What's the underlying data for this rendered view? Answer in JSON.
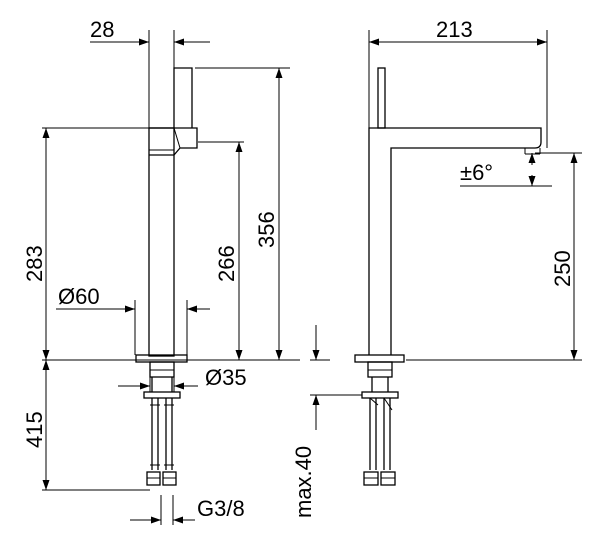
{
  "dimensions": {
    "spout_width": "28",
    "total_height": "356",
    "body_height": "283",
    "spout_height": "266",
    "base_diameter": "Ø60",
    "body_diameter": "Ø35",
    "hose_length": "415",
    "thread": "G3/8",
    "reach": "213",
    "swivel": "±6°",
    "outlet_height": "250",
    "deck_thickness": "max.40"
  }
}
